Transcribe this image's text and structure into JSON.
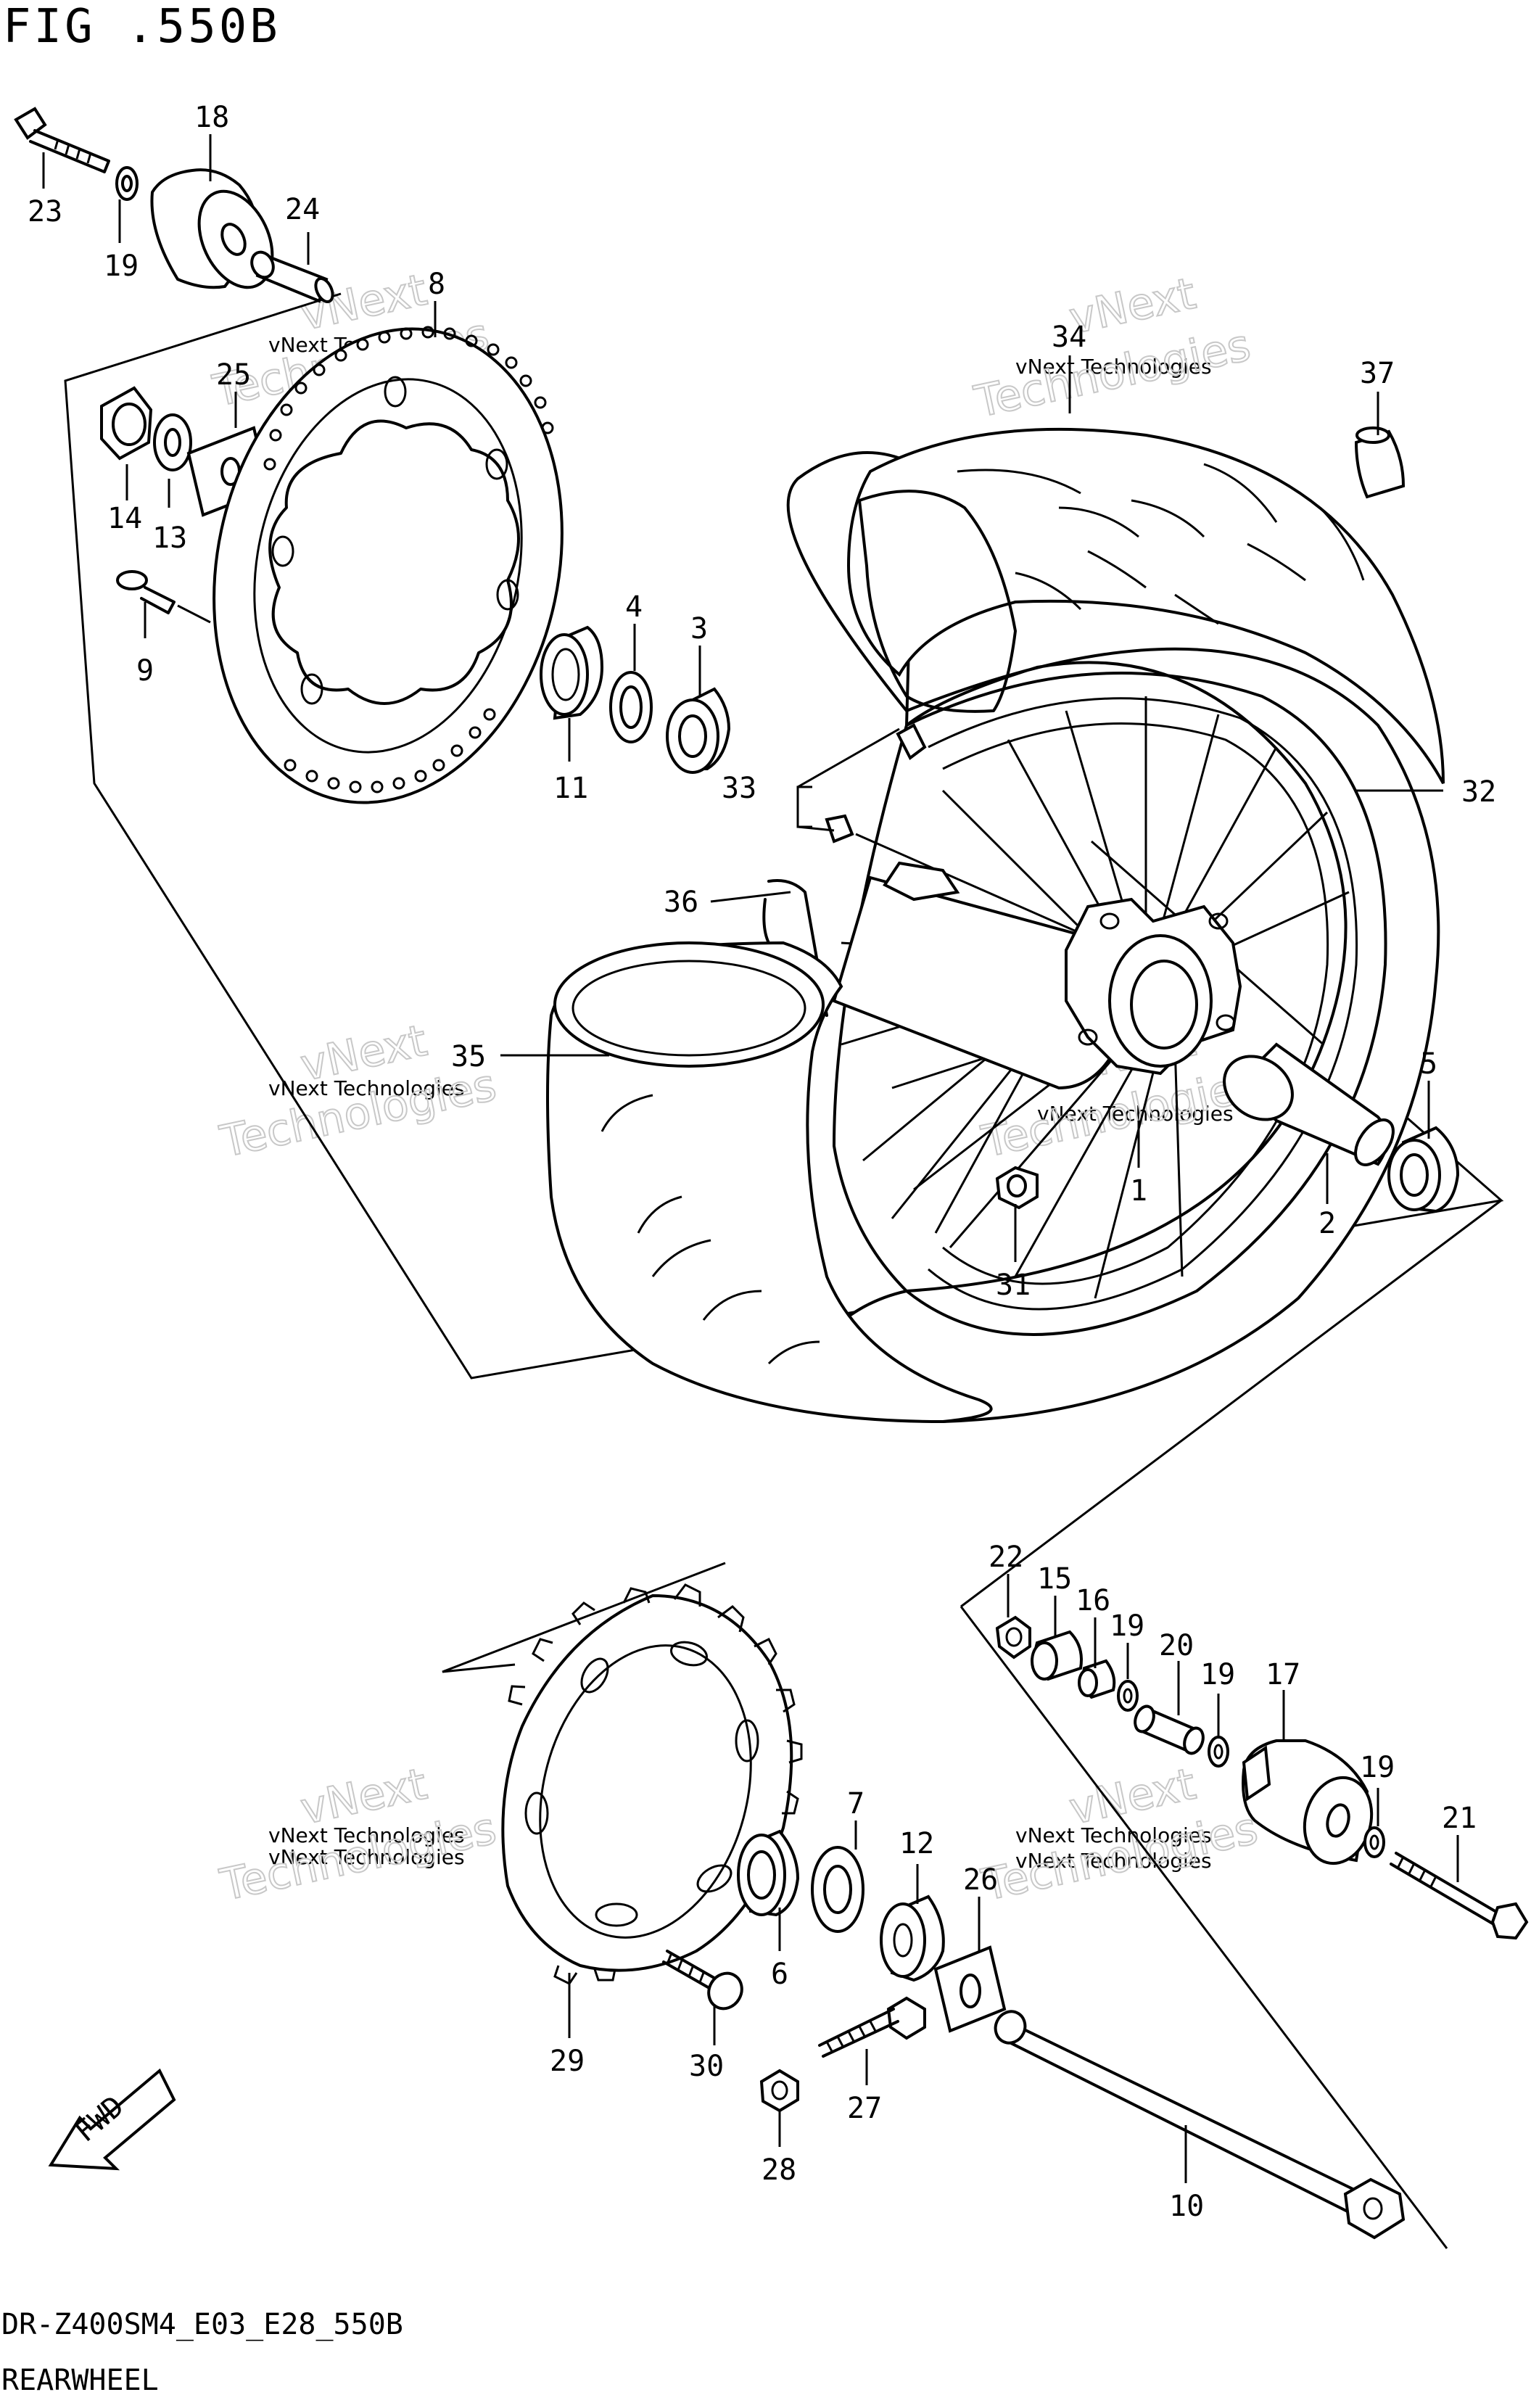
{
  "figure": {
    "title": "FIG .550B",
    "model_code": "DR-Z400SM4_E03_E28_550B",
    "caption": "REARWHEEL",
    "fwd_label": "FWD"
  },
  "watermark": {
    "small": "vNext Technologies",
    "large_1": "vNext",
    "large_2": "Technologies"
  },
  "callouts": [
    "1",
    "2",
    "3",
    "4",
    "5",
    "6",
    "7",
    "8",
    "9",
    "10",
    "11",
    "12",
    "13",
    "14",
    "15",
    "16",
    "17",
    "18",
    "19",
    "20",
    "21",
    "22",
    "23",
    "24",
    "25",
    "26",
    "27",
    "28",
    "29",
    "30",
    "31",
    "32",
    "33",
    "34",
    "35",
    "36",
    "37"
  ],
  "labels": {
    "n1": "1",
    "n2": "2",
    "n3": "3",
    "n4": "4",
    "n5": "5",
    "n6": "6",
    "n7": "7",
    "n8": "8",
    "n9": "9",
    "n10": "10",
    "n11": "11",
    "n12": "12",
    "n13": "13",
    "n14": "14",
    "n15": "15",
    "n16": "16",
    "n17": "17",
    "n18": "18",
    "n19": "19",
    "n20": "20",
    "n21": "21",
    "n22": "22",
    "n23": "23",
    "n24": "24",
    "n25": "25",
    "n26": "26",
    "n27": "27",
    "n28": "28",
    "n29": "29",
    "n30": "30",
    "n31": "31",
    "n32": "32",
    "n33": "33",
    "n34": "34",
    "n35": "35",
    "n36": "36",
    "n37": "37"
  }
}
